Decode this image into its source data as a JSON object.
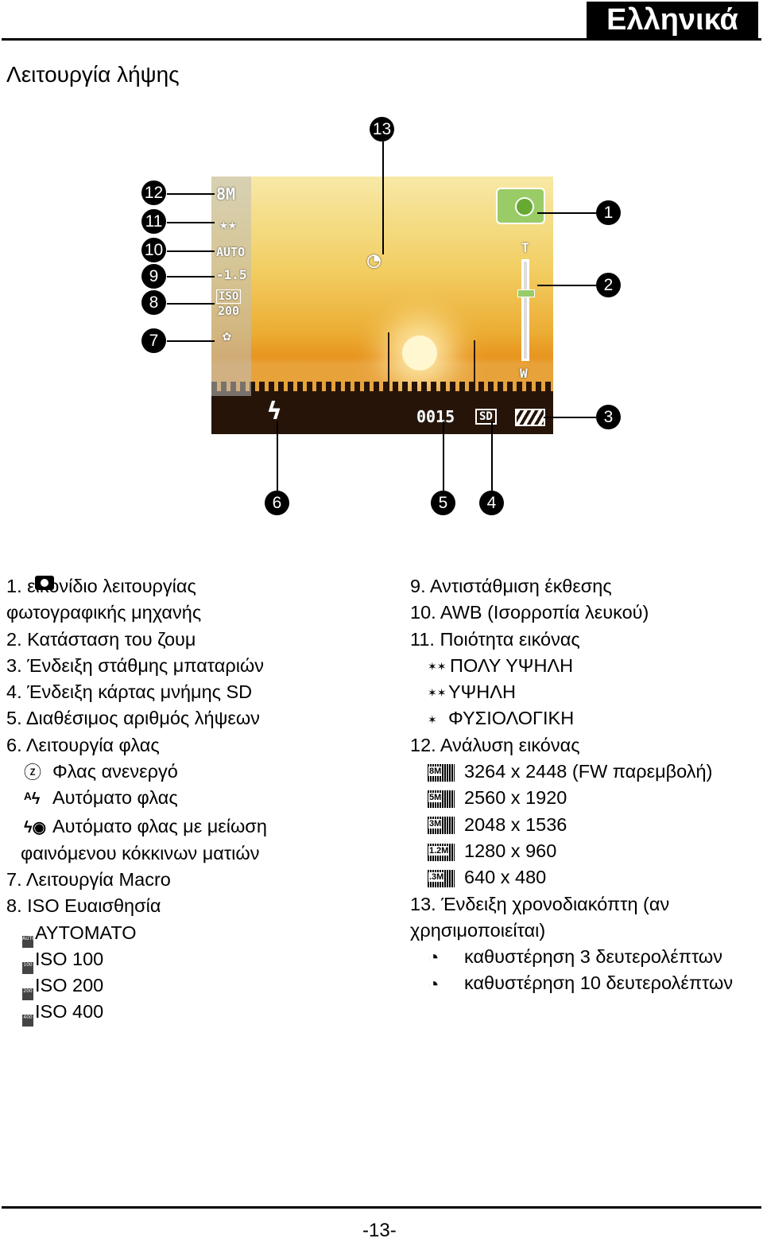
{
  "header": {
    "language": "Ελληνικά"
  },
  "section_title": "Λειτουργία λήψης",
  "lcd": {
    "resolution": "8M",
    "exposure": "-1.5",
    "wb": "AUTO",
    "iso_label": "ISO",
    "iso_value": "200",
    "zoom_top": "T",
    "zoom_bottom": "W",
    "shots_remaining": "0015",
    "card": "SD"
  },
  "callouts": [
    "1",
    "2",
    "3",
    "4",
    "5",
    "6",
    "7",
    "8",
    "9",
    "10",
    "11",
    "12",
    "13"
  ],
  "left_list": [
    "1.        εικονίδιο λειτουργίας",
    "φωτογραφικής μηχανής",
    "2. Κατάσταση του ζουμ",
    "3. Ένδειξη στάθμης μπαταριών",
    "4. Ένδειξη κάρτας μνήμης SD",
    "5. Διαθέσιμος αριθμός λήψεων",
    "6. Λειτουργία φλας"
  ],
  "flash_modes": [
    "Φλας ανενεργό",
    "Αυτόματο φλας",
    "Αυτόματο φλας με μείωση"
  ],
  "left_list_b": [
    "φαινόμενου κόκκινων ματιών",
    "7. Λειτουργία Macro",
    "8. ISO Ευαισθησία"
  ],
  "iso_options": [
    "ΑΥΤΟΜΑΤΟ",
    "ISO 100",
    "ISO 200",
    "ISO 400"
  ],
  "iso_icons": [
    "AUTO",
    "100",
    "200",
    "400"
  ],
  "right_list_a": [
    "9.   Αντιστάθμιση έκθεσης",
    "10. AWB (Ισορροπία λευκού)",
    "11. Ποιότητα εικόνας"
  ],
  "quality_options": [
    "ΠΟΛΥ ΥΨΗΛΗ",
    "ΥΨΗΛΗ",
    "ΦΥΣΙΟΛΟΓΙΚΗ"
  ],
  "right_list_b": [
    "12. Ανάλυση εικόνας"
  ],
  "resolution_icons": [
    "8M",
    "5M",
    "3M",
    "1.2M",
    ".3M"
  ],
  "resolution_options": [
    "3264 x 2448 (FW παρεμβολή)",
    "2560 x 1920",
    "2048 x 1536",
    "1280 x 960",
    "640 x 480"
  ],
  "right_list_c": [
    "13. Ένδειξη χρονοδιακόπτη (αν",
    "χρησιμοποιείται)"
  ],
  "timer_options": [
    "καθυστέρηση 3 δευτερολέπτων",
    "καθυστέρηση 10 δευτερολέπτων"
  ],
  "page_number": "-13-"
}
